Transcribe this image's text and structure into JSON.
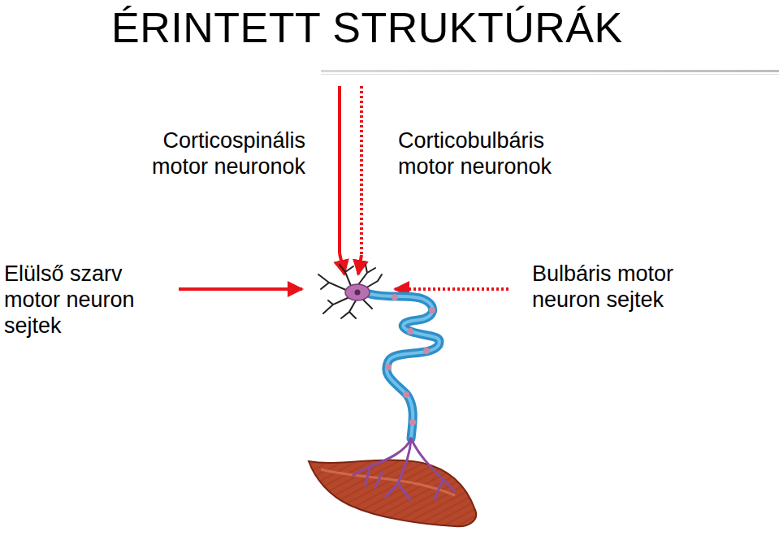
{
  "diagram": {
    "title": "ÉRINTETT STRUKTÚRÁK",
    "labels": [
      "Corticospinális motor neuronok",
      "Corticobulbáris motor neuronok",
      "Elülső szarv motor neuron sejtek",
      "Bulbáris motor neuron sejtek"
    ]
  }
}
